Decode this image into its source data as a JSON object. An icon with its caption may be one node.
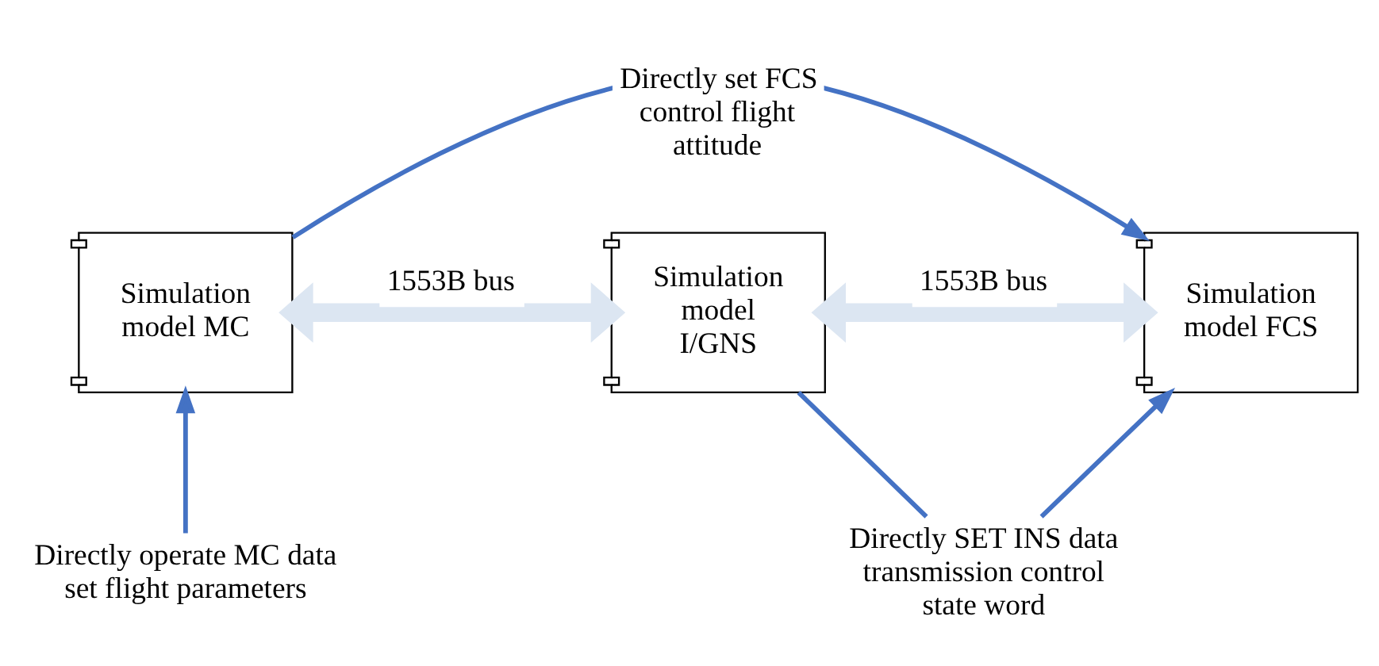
{
  "diagram": {
    "nodes": [
      {
        "text": [
          "Simulation model MC"
        ]
      },
      {
        "text": [
          "Simulation model I/GNS"
        ]
      },
      {
        "text": [
          "Simulation model FCS"
        ]
      },
      {
        "text": [
          "Directly operate MC data set flight parameters"
        ]
      },
      {
        "text": [
          "Directly SET INS data transmission control state word"
        ]
      }
    ],
    "edges": [
      {
        "from": 0,
        "to": 2,
        "arrow": "to",
        "label": "Directly set FCS control flight attitude"
      },
      {
        "from": 0,
        "to": 1,
        "arrow": "both",
        "label": "1553B bus",
        "style": "thick",
        "color": "#dce6f2"
      },
      {
        "from": 1,
        "to": 2,
        "arrow": "both",
        "label": "1553B bus",
        "style": "thick",
        "color": "#dce6f2"
      },
      {
        "from": 3,
        "to": 0,
        "arrow": "to"
      },
      {
        "from": 1,
        "to": 4,
        "arrow": "none"
      },
      {
        "from": 4,
        "to": 2,
        "arrow": "to"
      }
    ]
  }
}
